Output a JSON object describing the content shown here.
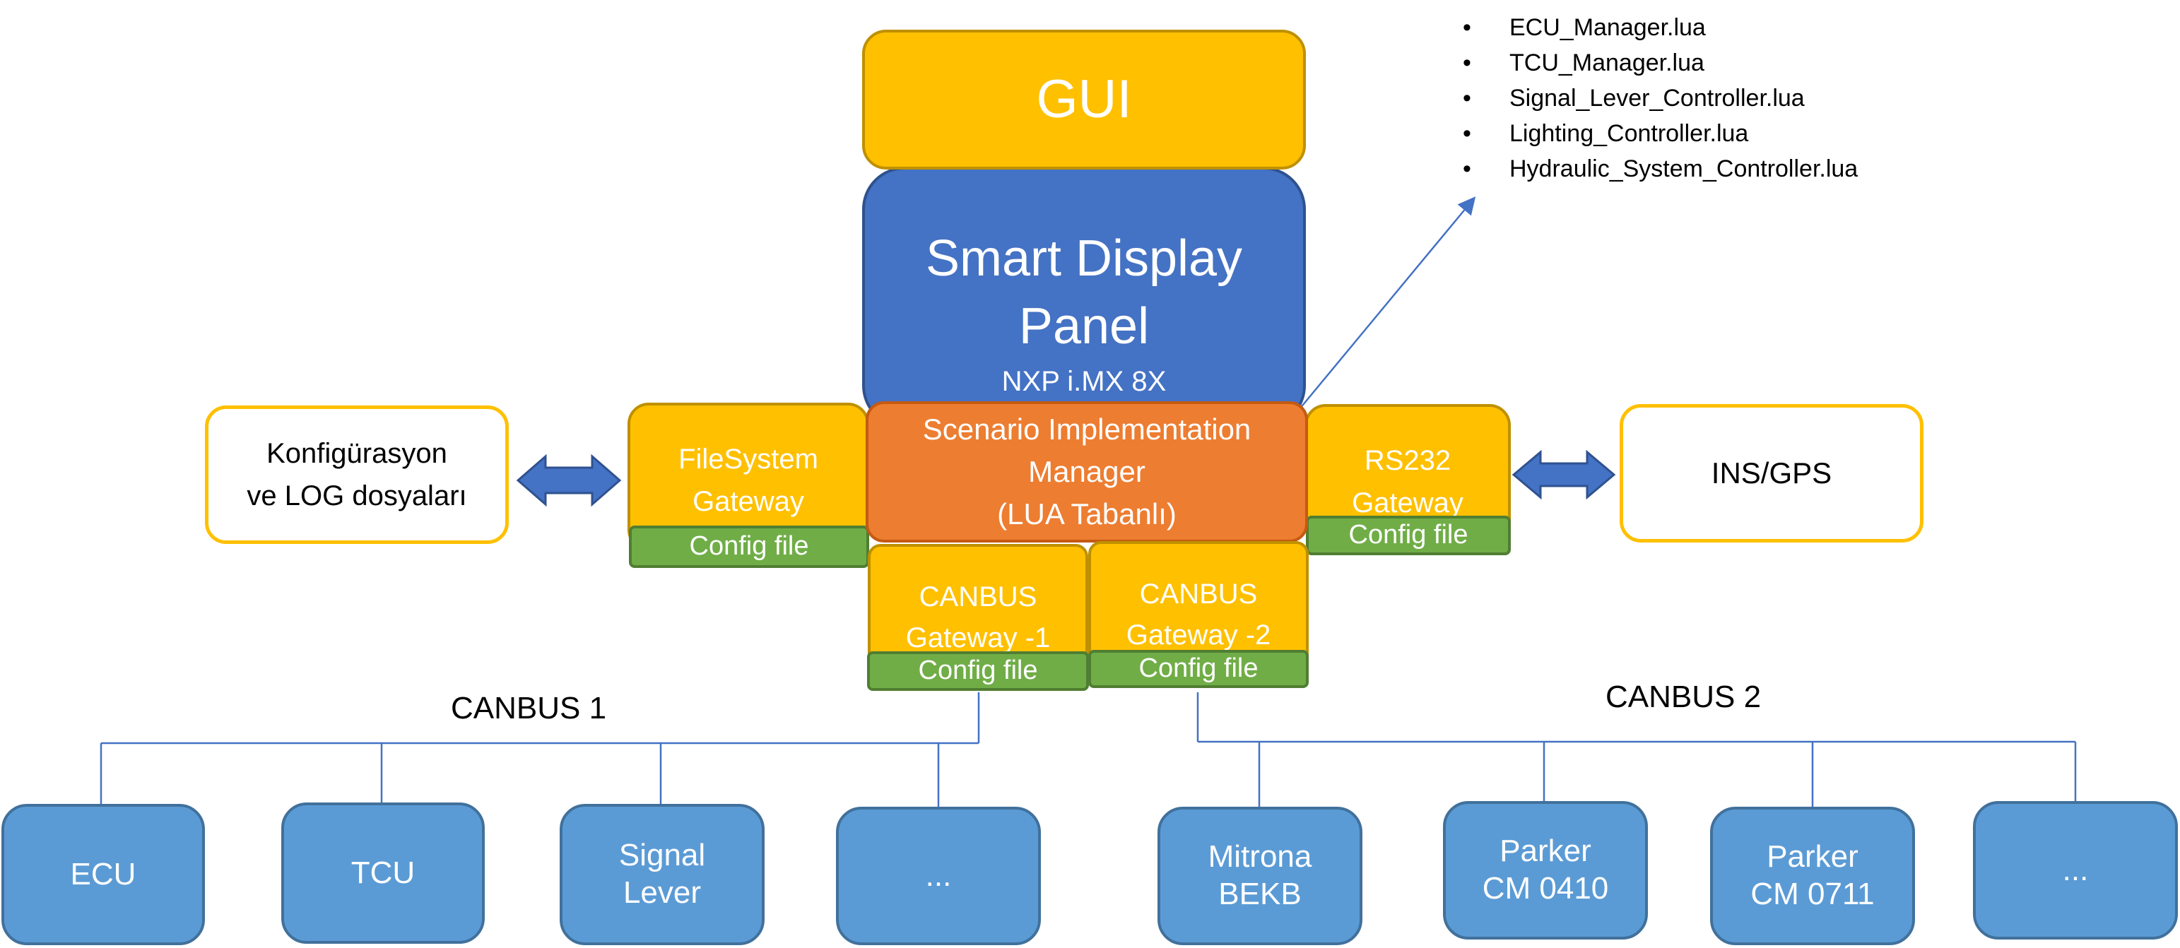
{
  "gui": "GUI",
  "smart_display": {
    "title_line1": "Smart Display",
    "title_line2": "Panel",
    "subtitle": "NXP i.MX 8X"
  },
  "scenario_manager": {
    "line1": "Scenario Implementation",
    "line2": "Manager",
    "line3": "(LUA Tabanlı)"
  },
  "filesystem_gateway": {
    "line1": "FileSystem",
    "line2": "Gateway",
    "config": "Config file"
  },
  "rs232_gateway": {
    "line1": "RS232",
    "line2": "Gateway",
    "config": "Config file"
  },
  "canbus_gateway_1": {
    "line1": "CANBUS",
    "line2": "Gateway -1",
    "config": "Config file"
  },
  "canbus_gateway_2": {
    "line1": "CANBUS",
    "line2": "Gateway -2",
    "config": "Config file"
  },
  "config_logs": {
    "line1": "Konfigürasyon",
    "line2": "ve LOG dosyaları"
  },
  "ins_gps": "INS/GPS",
  "lua_scripts": [
    "ECU_Manager.lua",
    "TCU_Manager.lua",
    "Signal_Lever_Controller.lua",
    "Lighting_Controller.lua",
    "Hydraulic_System_Controller.lua"
  ],
  "canbus_1": {
    "label": "CANBUS 1",
    "devices": [
      {
        "line1": "ECU",
        "line2": ""
      },
      {
        "line1": "TCU",
        "line2": ""
      },
      {
        "line1": "Signal",
        "line2": "Lever"
      },
      {
        "line1": "...",
        "line2": ""
      }
    ]
  },
  "canbus_2": {
    "label": "CANBUS 2",
    "devices": [
      {
        "line1": "Mitrona",
        "line2": "BEKB"
      },
      {
        "line1": "Parker",
        "line2": "CM 0410"
      },
      {
        "line1": "Parker",
        "line2": "CM 0711"
      },
      {
        "line1": "...",
        "line2": ""
      }
    ]
  },
  "colors": {
    "gateway_yellow": "#FFC000",
    "core_blue": "#4472C4",
    "manager_orange": "#ED7D31",
    "config_green": "#70AD47",
    "device_blue": "#5B9BD5",
    "connector_blue": "#4472C4"
  }
}
